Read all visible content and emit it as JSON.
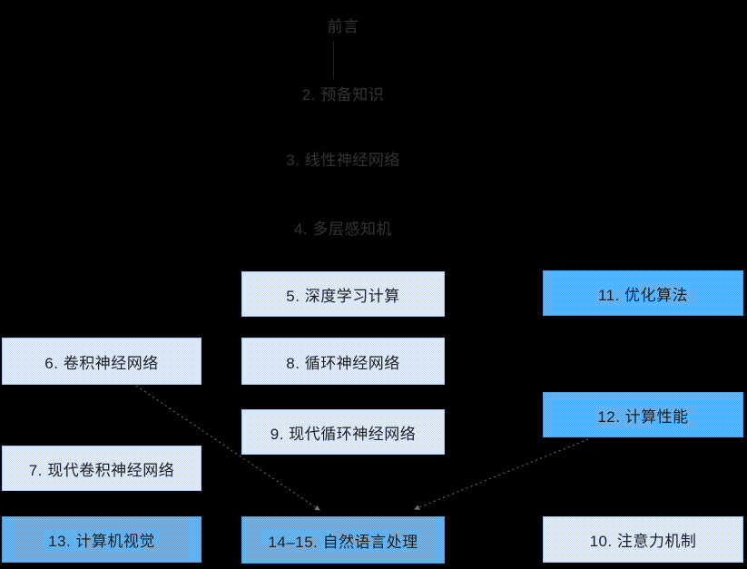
{
  "diagram": {
    "type": "flowchart",
    "background_color": "#000000",
    "colors": {
      "light_node_fill": "#d6e4fb",
      "light_node_border": "#a9c8f0",
      "medium_node_fill": "#5fb0f2",
      "medium_node_border": "#4a9fe4",
      "node_text": "#1d1d1d",
      "faint_chain_text": "#343434",
      "dotted_edge": "#999999"
    },
    "chain": [
      {
        "label": "前言"
      },
      {
        "label": "2. 预备知识"
      },
      {
        "label": "3. 线性神经网络"
      },
      {
        "label": "4. 多层感知机"
      }
    ],
    "nodes": [
      {
        "label": "5. 深度学习计算",
        "tone": "light"
      },
      {
        "label": "11. 优化算法",
        "tone": "medium"
      },
      {
        "label": "6. 卷积神经网络",
        "tone": "light"
      },
      {
        "label": "8. 循环神经网络",
        "tone": "light"
      },
      {
        "label": "12. 计算性能",
        "tone": "medium"
      },
      {
        "label": "9. 现代循环神经网络",
        "tone": "light"
      },
      {
        "label": "7. 现代卷积神经网络",
        "tone": "light"
      },
      {
        "label": "13. 计算机视觉",
        "tone": "medium"
      },
      {
        "label": "14–15. 自然语言处理",
        "tone": "medium"
      },
      {
        "label": "10. 注意力机制",
        "tone": "light"
      }
    ],
    "edges": [
      {
        "from": "前言",
        "to": "2. 预备知识",
        "style": "solid-faint"
      },
      {
        "from": "6. 卷积神经网络",
        "to": "14–15. 自然语言处理",
        "style": "dotted-arrow"
      },
      {
        "from": "12. 计算性能",
        "to": "14–15. 自然语言处理",
        "style": "dotted-arrow"
      }
    ]
  }
}
